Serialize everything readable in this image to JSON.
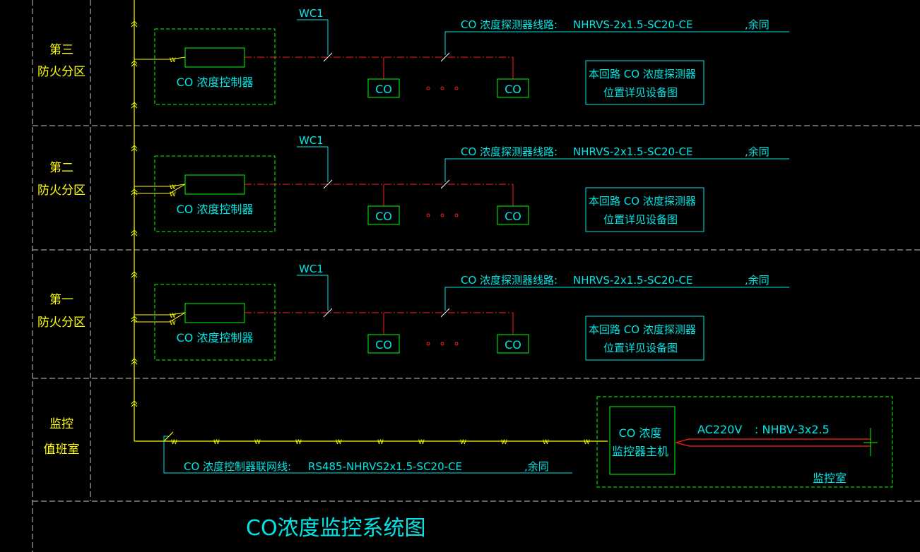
{
  "title": "CO浓度监控系统图",
  "zones": [
    {
      "line1": "第三",
      "line2": "防火分区"
    },
    {
      "line1": "第二",
      "line2": "防火分区"
    },
    {
      "line1": "第一",
      "line2": "防火分区"
    },
    {
      "line1": "监控",
      "line2": "值班室"
    }
  ],
  "circuit": {
    "wc_label": "WC1",
    "controller_label": "CO 浓度控制器",
    "detector_label": "CO",
    "dots": "。 。 。",
    "cable_prefix": "CO 浓度探测器线路:",
    "cable_spec": "NHRVS-2x1.5-SC20-CE",
    "cable_suffix": ",余同",
    "note_line1": "本回路  CO 浓度探测器",
    "note_line2": "位置详见设备图"
  },
  "network": {
    "label_prefix": "CO 浓度控制器联网线:",
    "label_spec": "RS485-NHRVS2x1.5-SC20-CE",
    "label_suffix": ",余同",
    "w_mark": "W"
  },
  "monitor": {
    "host_line1": "CO 浓度",
    "host_line2": "监控器主机",
    "power_label": "AC220V",
    "power_spec": ":  NHBV-3x2.5",
    "room_label": "监控室"
  },
  "colors": {
    "cyan": "#00e5e5",
    "yellow": "#ffff00",
    "red": "#ff2020",
    "green": "#00ff00",
    "white": "#ffffff",
    "gray": "#c8c8c8"
  }
}
